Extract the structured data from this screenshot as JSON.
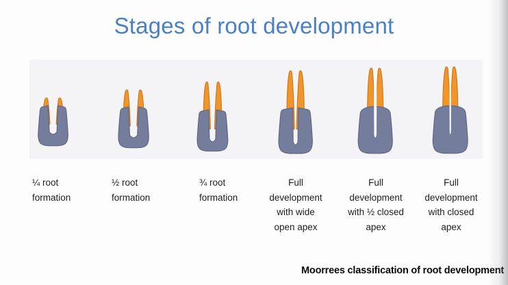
{
  "title": {
    "text": "Stages of root development",
    "color": "#4A80C5"
  },
  "footer": {
    "caption": "Moorrees classification of root development"
  },
  "colors": {
    "root_orange": "#F0942C",
    "root_orange_outline": "#D0791D",
    "crown_gray_blue": "#747D9B",
    "crown_gray_outline": "#5F6782",
    "canal_white": "#FCFCFD",
    "panel_background": "#F4F4F6",
    "title_blue": "#4A80C5"
  },
  "stages": [
    {
      "label": "¼ root formation",
      "lines": [
        "¼ root",
        "formation"
      ],
      "illustration": "tooth-quarter-root-icon"
    },
    {
      "label": "½ root formation",
      "lines": [
        "½ root",
        "formation"
      ],
      "illustration": "tooth-half-root-icon"
    },
    {
      "label": "¾ root formation",
      "lines": [
        "¾ root",
        "formation"
      ],
      "illustration": "tooth-three-quarter-root-icon"
    },
    {
      "label": "Full development with wide open apex",
      "lines": [
        "Full",
        "development",
        "with wide",
        "open apex"
      ],
      "illustration": "tooth-full-wide-open-apex-icon"
    },
    {
      "label": "Full development with ½ closed apex",
      "lines": [
        "Full",
        "development",
        "with ½ closed",
        "apex"
      ],
      "illustration": "tooth-full-half-closed-apex-icon"
    },
    {
      "label": "Full development with closed apex",
      "lines": [
        "Full",
        "development",
        "with closed",
        "apex"
      ],
      "illustration": "tooth-full-closed-apex-icon"
    }
  ]
}
